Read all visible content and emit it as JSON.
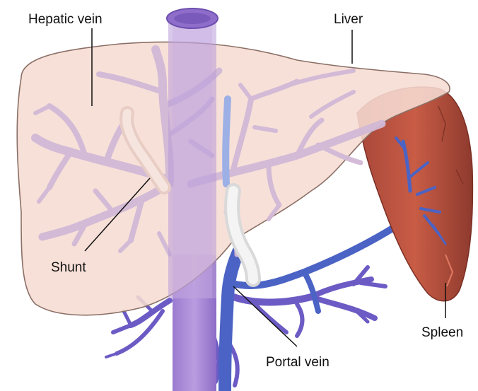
{
  "labels": {
    "hepatic_vein": "Hepatic vein",
    "liver": "Liver",
    "shunt": "Shunt",
    "spleen": "Spleen",
    "portal_vein": "Portal vein"
  },
  "colors": {
    "liver_fill": "#f6dcd3",
    "liver_outline": "#8a6f66",
    "hepatic_vessels": "#d6bfd4",
    "vena_cava": "#c09ad6",
    "portal_blue": "#4b63c4",
    "spleen_fill": "#c2553f",
    "shunt_fill": "#efd6cf"
  },
  "icons": {
    "liver": "liver-illustration",
    "spleen": "spleen-illustration"
  }
}
